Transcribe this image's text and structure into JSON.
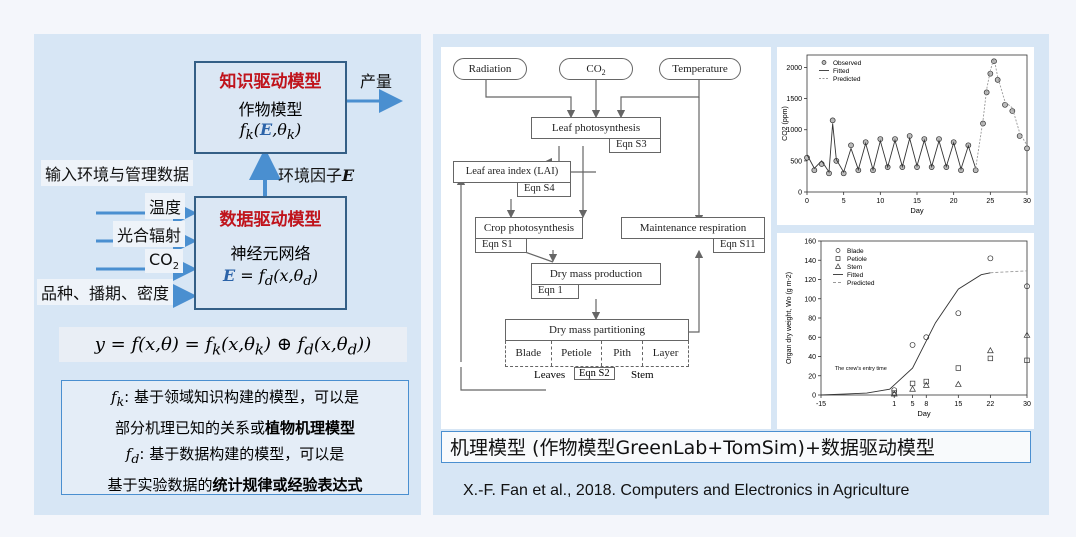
{
  "left": {
    "knowledge_title": "知识驱动模型",
    "crop_model": "作物模型",
    "fk_formula": "fk(E,θk)",
    "output_label": "产量",
    "input_label": "输入环境与管理数据",
    "env_factor": "环境因子E",
    "temp": "温度",
    "photo_rad": "光合辐射",
    "co2": "CO2",
    "variety": "品种、播期、密度",
    "data_title": "数据驱动模型",
    "neural": "神经元网络",
    "fd_formula": "E = fd(x,θd)",
    "main_eq": "y = f(x,θ) = fk(x,θk) ⊕ fd(x,θd))",
    "desc_line1": "fk: 基于领域知识构建的模型，可以是",
    "desc_line2a": "部分机理已知的关系或",
    "desc_line2b": "植物机理模型",
    "desc_line3": "fd: 基于数据构建的模型，可以是",
    "desc_line4a": "基于实验数据的",
    "desc_line4b": "统计规律或经验表达式"
  },
  "diagram": {
    "radiation": "Radiation",
    "co2": "CO2",
    "temperature": "Temperature",
    "leaf_photo": "Leaf photosynthesis",
    "eqn_s3": "Eqn S3",
    "lai": "Leaf area index (LAI)",
    "eqn_s4": "Eqn S4",
    "crop_photo": "Crop photosynthesis",
    "eqn_s1": "Eqn S1",
    "maint": "Maintenance respiration",
    "eqn_s11": "Eqn S11",
    "dry_prod": "Dry mass production",
    "eqn_1": "Eqn 1",
    "dry_part": "Dry mass partitioning",
    "blade": "Blade",
    "petiole": "Petiole",
    "pith": "Pith",
    "layer": "Layer",
    "leaves": "Leaves",
    "eqn_s2": "Eqn S2",
    "stem": "Stem"
  },
  "chart_data": [
    {
      "type": "line",
      "xlabel": "Day",
      "ylabel": "CO2 (ppm)",
      "xlim": [
        0,
        30
      ],
      "ylim": [
        0,
        2200
      ],
      "xticks": [
        0,
        5,
        10,
        15,
        20,
        25,
        30
      ],
      "yticks": [
        0,
        500,
        1000,
        1500,
        2000
      ],
      "legend": [
        "Observed",
        "Fitted",
        "Predicted"
      ],
      "legend_position": "top-left",
      "series": [
        {
          "name": "Observed",
          "x": [
            0,
            1,
            2,
            3,
            3.5,
            4,
            5,
            6,
            7,
            8,
            9,
            10,
            11,
            12,
            13,
            14,
            15,
            16,
            17,
            18,
            19,
            20,
            21,
            22,
            23,
            24,
            24.5,
            25,
            25.5,
            26,
            27,
            28,
            29,
            30
          ],
          "y": [
            550,
            350,
            450,
            300,
            1150,
            500,
            300,
            750,
            350,
            800,
            350,
            850,
            400,
            850,
            400,
            900,
            400,
            850,
            400,
            850,
            400,
            800,
            350,
            750,
            350,
            1100,
            1600,
            1900,
            2100,
            1800,
            1400,
            1300,
            900,
            700
          ]
        },
        {
          "name": "Fitted",
          "x": [
            0,
            1,
            2,
            3,
            3.5,
            4,
            5,
            6,
            7,
            8,
            9,
            10,
            11,
            12,
            13,
            14,
            15,
            16,
            17,
            18,
            19,
            20,
            21,
            22,
            23
          ],
          "y": [
            600,
            380,
            500,
            320,
            1100,
            520,
            320,
            700,
            360,
            780,
            360,
            820,
            400,
            830,
            410,
            860,
            420,
            830,
            410,
            820,
            410,
            790,
            370,
            740,
            380
          ]
        },
        {
          "name": "Predicted",
          "x": [
            23,
            24,
            24.5,
            25,
            25.5,
            26,
            27,
            28,
            29,
            30
          ],
          "y": [
            380,
            1150,
            1650,
            1950,
            2150,
            1850,
            1450,
            1350,
            950,
            750
          ]
        }
      ]
    },
    {
      "type": "scatter",
      "xlabel": "Day",
      "ylabel": "Organ dry weight, Wo (g m-2)",
      "xlim": [
        -15,
        30
      ],
      "ylim": [
        0,
        160
      ],
      "xticks": [
        -15,
        1,
        5,
        8,
        15,
        22,
        30
      ],
      "yticks": [
        0,
        20,
        40,
        60,
        80,
        100,
        120,
        140,
        160
      ],
      "legend": [
        "Blade",
        "Petiole",
        "Stem",
        "Fitted",
        "Predicted"
      ],
      "legend_position": "top-left",
      "annotation": "The crew's entry time",
      "series": [
        {
          "name": "Blade",
          "marker": "circle",
          "x": [
            1,
            5,
            8,
            15,
            22,
            30
          ],
          "y": [
            5,
            52,
            60,
            85,
            142,
            113
          ]
        },
        {
          "name": "Petiole",
          "marker": "square",
          "x": [
            1,
            5,
            8,
            15,
            22,
            30
          ],
          "y": [
            2,
            12,
            14,
            28,
            38,
            36
          ]
        },
        {
          "name": "Stem",
          "marker": "triangle",
          "x": [
            1,
            5,
            8,
            15,
            22,
            30
          ],
          "y": [
            1,
            6,
            10,
            11,
            46,
            62
          ]
        },
        {
          "name": "Fitted",
          "x": [
            -15,
            -10,
            -5,
            0,
            5,
            10,
            15,
            20,
            22
          ],
          "y": [
            0,
            1,
            2,
            6,
            28,
            75,
            110,
            125,
            127
          ]
        },
        {
          "name": "Predicted",
          "x": [
            22,
            26,
            30
          ],
          "y": [
            127,
            128,
            129
          ]
        }
      ]
    }
  ],
  "bottom": {
    "title": "机理模型 (作物模型GreenLab+TomSim)+数据驱动模型",
    "citation": "X.-F. Fan et al., 2018. Computers and Electronics in Agriculture"
  },
  "colors": {
    "accent_blue": "#4a8fd0",
    "red": "#c0141c",
    "panel": "#d7e6f5"
  }
}
